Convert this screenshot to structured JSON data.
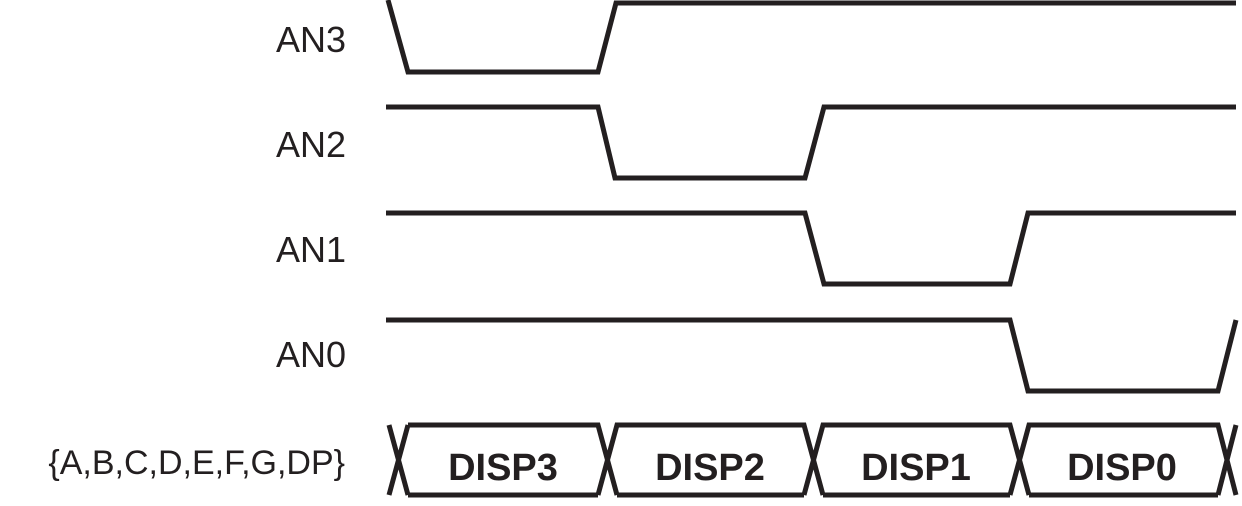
{
  "diagram": {
    "signals": [
      {
        "label": "AN3",
        "low_slot": 0
      },
      {
        "label": "AN2",
        "low_slot": 1
      },
      {
        "label": "AN1",
        "low_slot": 2
      },
      {
        "label": "AN0",
        "low_slot": 3
      }
    ],
    "bus": {
      "label": "{A,B,C,D,E,F,G,DP}",
      "segments": [
        "DISP3",
        "DISP2",
        "DISP1",
        "DISP0"
      ]
    },
    "colors": {
      "ink": "#231f20",
      "background": "#ffffff"
    }
  }
}
